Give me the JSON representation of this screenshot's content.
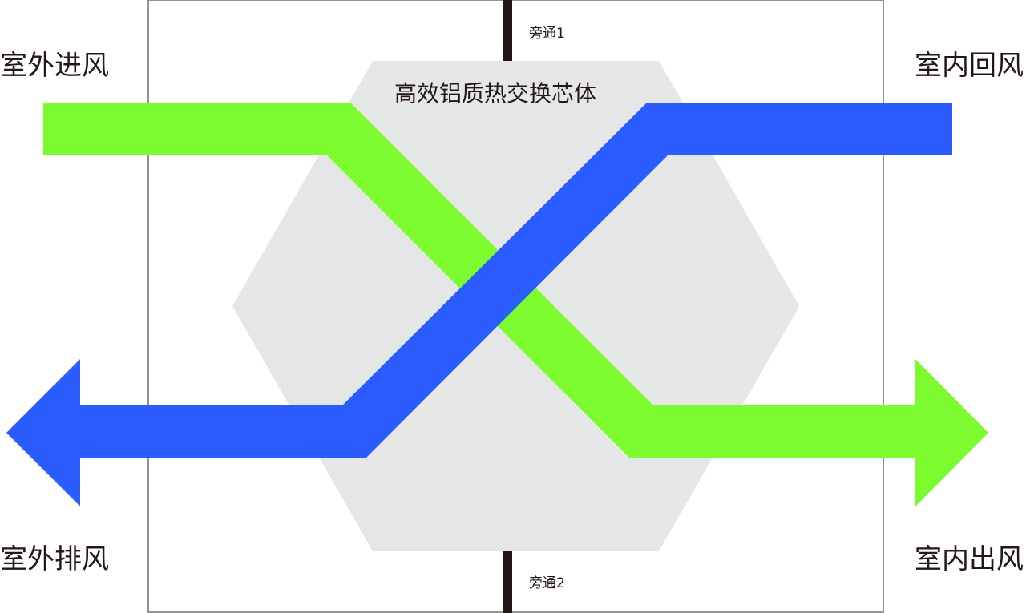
{
  "labels": {
    "outdoor_in": "室外进风",
    "indoor_return": "室内回风",
    "outdoor_exhaust": "室外排风",
    "indoor_out": "室内出风",
    "core": "高效铝质热交换芯体",
    "bypass1": "旁通1",
    "bypass2": "旁通2"
  },
  "colors": {
    "fresh_air": "#7cfc2f",
    "exhaust_air": "#2b5cff",
    "core_fill": "#e5e7e7",
    "frame": "#6f6f6f",
    "bypass_bar": "#231815",
    "text": "#231815"
  }
}
